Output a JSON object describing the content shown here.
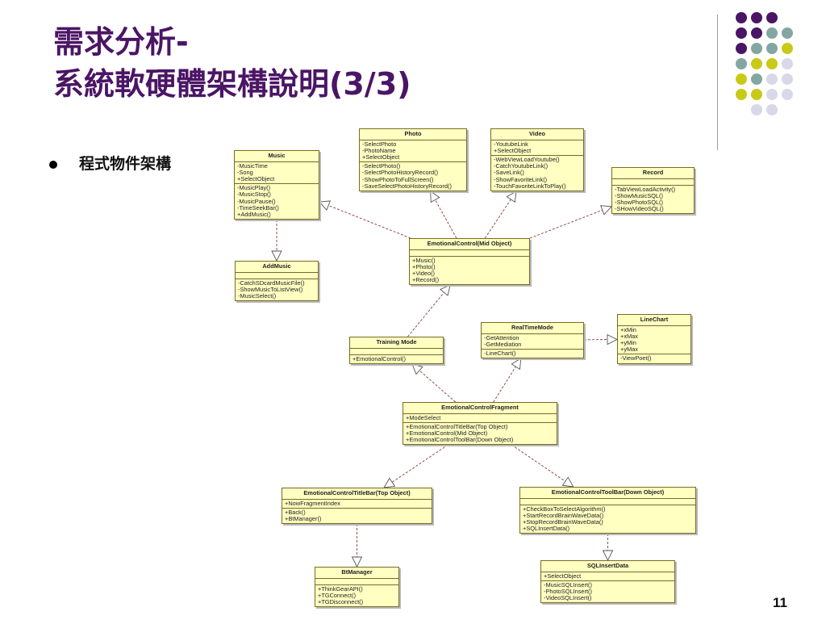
{
  "slide": {
    "title_line1": "需求分析-",
    "title_line2": "系統軟硬體架構說明(3/3)",
    "bullet": "程式物件架構",
    "page_number": "11"
  },
  "colors": {
    "title": "#4b1565",
    "dot_purple": "#4b1565",
    "dot_teal": "#84a6a2",
    "dot_yellow": "#c9c917",
    "dot_light": "#d8d8e8"
  },
  "decor_dots": [
    [
      "purple",
      "purple",
      "purple",
      null
    ],
    [
      "purple",
      "purple",
      "teal",
      "teal"
    ],
    [
      "purple",
      "teal",
      "teal",
      "yellow"
    ],
    [
      "teal",
      "yellow",
      "yellow",
      "light"
    ],
    [
      "yellow",
      "teal",
      "light",
      "light"
    ],
    [
      "yellow",
      "yellow",
      "light",
      "light"
    ],
    [
      null,
      "light",
      "light",
      null
    ]
  ],
  "classes": {
    "music": {
      "name": "Music",
      "fields": [
        "-MusicTime",
        "-Song",
        "+SelectObject"
      ],
      "methods": [
        "-MusicPlay()",
        "-MusicStop()",
        "-MusicPause()",
        "-TimeSeekBar()",
        "+AddMusic()"
      ]
    },
    "photo": {
      "name": "Photo",
      "fields": [
        "-SelectPhoto",
        "-PhotoName",
        "+SelectObject"
      ],
      "methods": [
        "-SelectPhoto()",
        "-SelectPhotoHistoryRecord()",
        "-ShowPhotoToFullScreen()",
        "-SaveSelectPhotoHistoryRecord()"
      ]
    },
    "video": {
      "name": "Video",
      "fields": [
        "-YoutubeLink",
        "+SelectObject"
      ],
      "methods": [
        "-WebViewLoadYoutube()",
        "-CatchYoutubeLink()",
        "-SaveLink()",
        "-ShowFavoriteLink()",
        "-TouchFavoriteLinkToPlay()"
      ]
    },
    "record": {
      "name": "Record",
      "fields": [],
      "methods": [
        "-TabViewLoadActivity()",
        "-ShowMusicSQL()",
        "-ShowPhotoSQL()",
        "-SHowVideoSQL()"
      ]
    },
    "add_music": {
      "name": "AddMusic",
      "fields": [],
      "methods": [
        "-CatchSDcardMusicFile()",
        "-ShowMusicToListView()",
        "-MusicSelect()"
      ]
    },
    "emotional_control": {
      "name": "EmotionalControl(Mid Object)",
      "fields": [],
      "methods": [
        "+Music()",
        "+Photo()",
        "+Video()",
        "+Record()"
      ]
    },
    "training_mode": {
      "name": "Training Mode",
      "fields": [],
      "methods": [
        "+EmotionalControl()"
      ]
    },
    "real_time_mode": {
      "name": "RealTimeMode",
      "fields": [
        "-GetAttention",
        "-GetMediation"
      ],
      "methods": [
        "-LineChart()"
      ]
    },
    "line_chart": {
      "name": "LineChart",
      "fields": [
        "+xMin",
        "+xMax",
        "+yMin",
        "+yMax"
      ],
      "methods": [
        "-ViewPoet()"
      ]
    },
    "fragment": {
      "name": "EmotionalControlFragment",
      "fields": [
        "+ModeSelect"
      ],
      "methods": [
        "+EmotionalControlTitleBar(Top Object)",
        "+EmotionalControl(Mid Object)",
        "+EmotionalControlToolBar(Down Object)"
      ]
    },
    "title_bar": {
      "name": "EmotionalControlTitleBar(Top Object)",
      "fields": [
        "+NowFragmentIndex"
      ],
      "methods": [
        "+Back()",
        "+BtManager()"
      ]
    },
    "tool_bar": {
      "name": "EmotionalControlToolBar(Down Object)",
      "fields": [],
      "methods": [
        "+CheckBoxToSelectAlgorithm()",
        "+StartRecordBrainWaveData()",
        "+StopRecordBrainWaveData()",
        "+SQLInsertData()"
      ]
    },
    "bt_manager": {
      "name": "BtManager",
      "fields": [],
      "methods": [
        "+ThinkGearAPI()",
        "+TGConnect()",
        "+TGDisconnect()"
      ]
    },
    "sql_insert_data": {
      "name": "SQLInsertData",
      "fields": [
        "+SelectObject"
      ],
      "methods": [
        "-MusicSQLInsert()",
        "-PhotoSQLInsert()",
        "-VideoSQLInsert()"
      ]
    }
  },
  "relations": [
    {
      "from": "emotional_control",
      "to": "music"
    },
    {
      "from": "emotional_control",
      "to": "photo"
    },
    {
      "from": "emotional_control",
      "to": "video"
    },
    {
      "from": "emotional_control",
      "to": "record"
    },
    {
      "from": "music",
      "to": "add_music"
    },
    {
      "from": "training_mode",
      "to": "emotional_control"
    },
    {
      "from": "real_time_mode",
      "to": "line_chart"
    },
    {
      "from": "fragment",
      "to": "training_mode"
    },
    {
      "from": "fragment",
      "to": "real_time_mode"
    },
    {
      "from": "fragment",
      "to": "title_bar"
    },
    {
      "from": "fragment",
      "to": "tool_bar"
    },
    {
      "from": "title_bar",
      "to": "bt_manager"
    },
    {
      "from": "tool_bar",
      "to": "sql_insert_data"
    }
  ]
}
